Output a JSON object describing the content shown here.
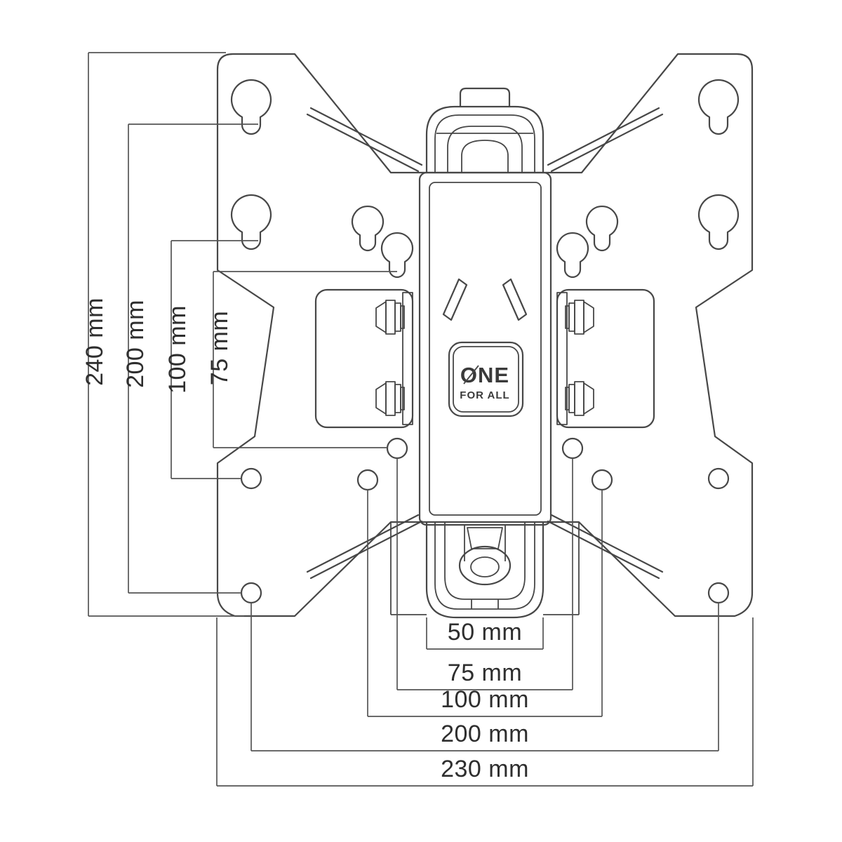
{
  "diagram": {
    "title": "TV wall mount VESA bracket dimensional drawing",
    "logo": {
      "line1": "ONE",
      "line2": "FOR ALL"
    },
    "left_dimensions": {
      "d240": "240 mm",
      "d200": "200 mm",
      "d100": "100 mm",
      "d75": "75 mm"
    },
    "bottom_dimensions": {
      "d50": "50 mm",
      "d75": "75 mm",
      "d100": "100 mm",
      "d200": "200 mm",
      "d230": "230 mm"
    },
    "colors": {
      "line": "#474747",
      "dimension_line": "#555555",
      "text": "#2e2e2e",
      "background": "#ffffff"
    }
  }
}
